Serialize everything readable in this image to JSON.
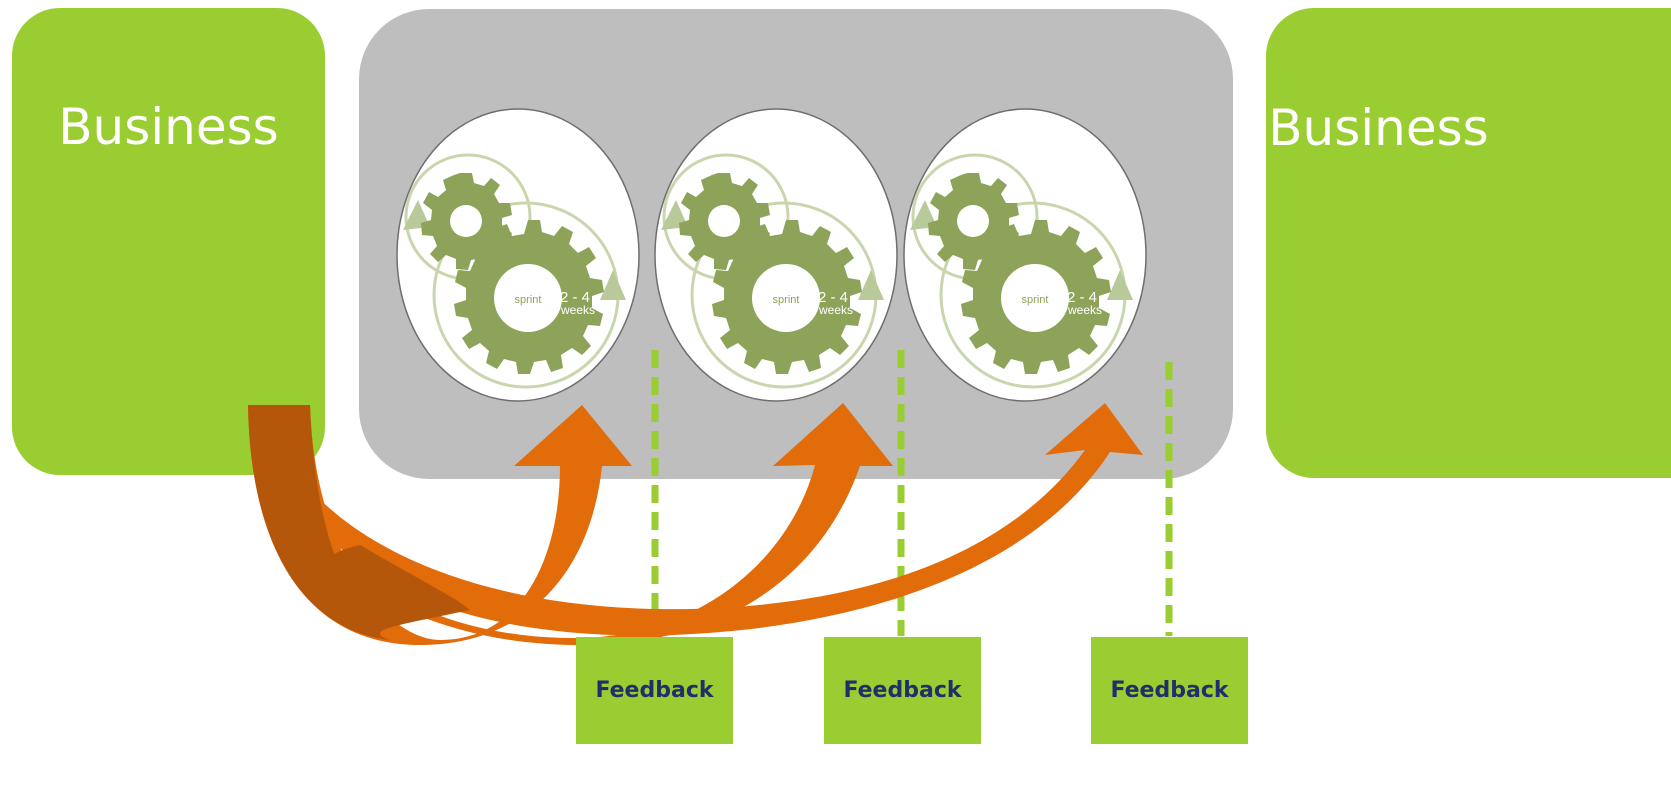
{
  "left_box": {
    "label": "Business"
  },
  "right_box": {
    "label": "Business"
  },
  "sprints": [
    {
      "label": "sprint",
      "duration": "2 - 4",
      "unit": "weeks"
    },
    {
      "label": "sprint",
      "duration": "2 - 4",
      "unit": "weeks"
    },
    {
      "label": "sprint",
      "duration": "2 - 4",
      "unit": "weeks"
    }
  ],
  "feedback": [
    {
      "label": "Feedback"
    },
    {
      "label": "Feedback"
    },
    {
      "label": "Feedback"
    }
  ],
  "colors": {
    "business_green": "#9acd32",
    "platform_gray": "#bebebe",
    "gear_green": "#8da35a",
    "arrow_orange": "#e26b0a",
    "arrow_dark": "#b5570b",
    "feedback_text": "#1f2f6b"
  }
}
